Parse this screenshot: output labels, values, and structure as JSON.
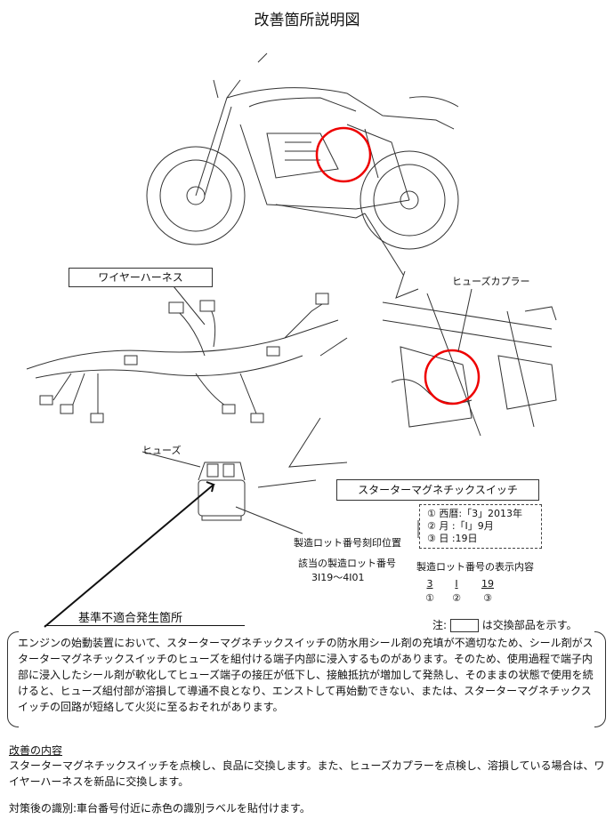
{
  "page": {
    "title": "改善箇所説明図"
  },
  "labels": {
    "wire_harness": "ワイヤーハーネス",
    "fuse_coupler": "ヒューズカプラー",
    "fuse": "ヒューズ",
    "starter_switch": "スターターマグネチックスイッチ",
    "lot_position": "製造ロット番号刻印位置",
    "lot_applicable_title": "該当の製造ロット番号",
    "lot_applicable_range": "3I19～4I01",
    "defect_location": "基準不適合発生箇所"
  },
  "lot_legend": {
    "lines": [
      "① 西暦:「3」2013年",
      "② 月 :「I」9月",
      "③ 日 :19日"
    ],
    "caption": "製造ロット番号の表示内容",
    "parts": [
      "3",
      "I",
      "19"
    ],
    "markers": [
      "①",
      "②",
      "③"
    ]
  },
  "note": {
    "prefix": "注:",
    "suffix": "は交換部品を示す。"
  },
  "notice": {
    "text": "エンジンの始動装置において、スターターマグネチックスイッチの防水用シール剤の充填が不適切なため、シール剤がスターターマグネチックスイッチのヒューズを組付ける端子内部に浸入するものがあります。そのため、使用過程で端子内部に浸入したシール剤が軟化してヒューズ端子の接圧が低下し、接触抵抗が増加して発熱し、そのままの状態で使用を続けると、ヒューズ組付部が溶損して導通不良となり、エンストして再始動できない、または、スターターマグネチックスイッチの回路が短絡して火災に至るおそれがあります。"
  },
  "improvement": {
    "heading": "改善の内容",
    "text": "スターターマグネチックスイッチを点検し、良品に交換します。また、ヒューズカプラーを点検し、溶損している場合は、ワイヤーハーネスを新品に交換します。"
  },
  "identification": {
    "text": "対策後の識別:車台番号付近に赤色の識別ラベルを貼付けます。"
  }
}
